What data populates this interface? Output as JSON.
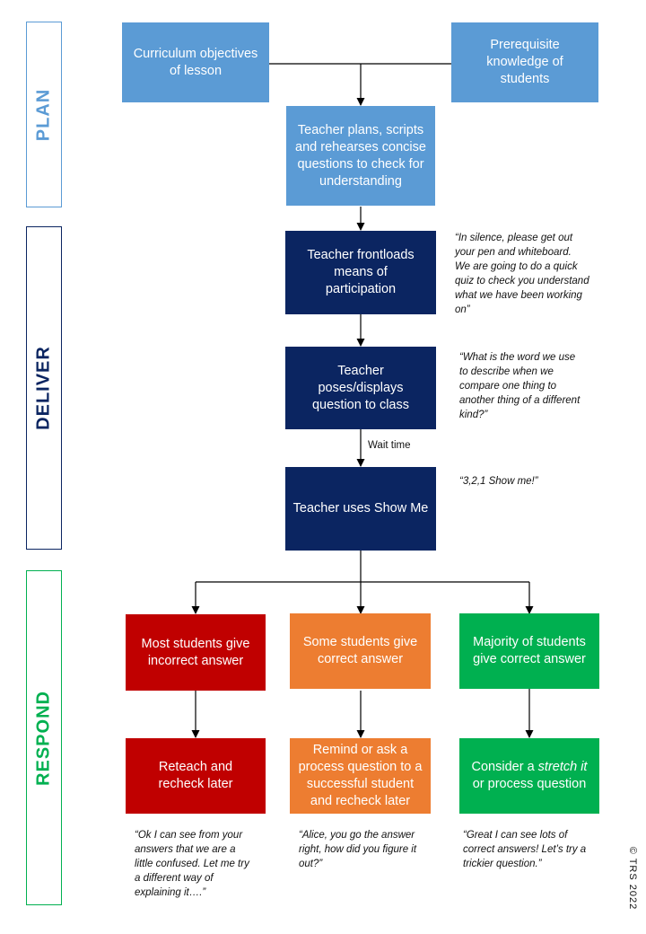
{
  "stages": {
    "plan": {
      "label": "PLAN",
      "color": "#5b9bd5"
    },
    "deliver": {
      "label": "DELIVER",
      "color": "#0b2561"
    },
    "respond": {
      "label": "RESPOND",
      "color": "#00b050"
    }
  },
  "nodes": {
    "curriculum": "Curriculum objectives of lesson",
    "prerequisite": "Prerequisite knowledge of students",
    "teacher_plans": "Teacher plans, scripts and rehearses concise questions to check for understanding",
    "frontloads": "Teacher frontloads means of participation",
    "poses": "Teacher poses/displays question to class",
    "show_me": "Teacher uses Show Me",
    "most_incorrect": "Most students give incorrect answer",
    "some_correct": "Some students give correct answer",
    "majority_correct": "Majority of students give correct answer",
    "reteach": "Reteach and recheck later",
    "remind": "Remind or ask a process question to a successful student and recheck later",
    "consider_prefix": "Consider a ",
    "consider_emphasis": "stretch it",
    "consider_suffix": " or process question"
  },
  "wait_time": "Wait time",
  "quotes": {
    "frontloads": "“In silence, please get out your pen and whiteboard. We are going to do a quick quiz to check you understand what we have been working on”",
    "poses": "“What is the word we use to describe when we compare one thing to another thing of a different kind?”",
    "show_me": "“3,2,1 Show me!”",
    "reteach": "“Ok I can see from your answers that we are a little confused.  Let me try a different  way of explaining it….”",
    "remind": "“Alice, you go the answer right, how did you figure it out?”",
    "consider": "“Great I can see lots of correct answers! Let’s try a trickier question.”"
  },
  "copyright": "© TRS 2022"
}
